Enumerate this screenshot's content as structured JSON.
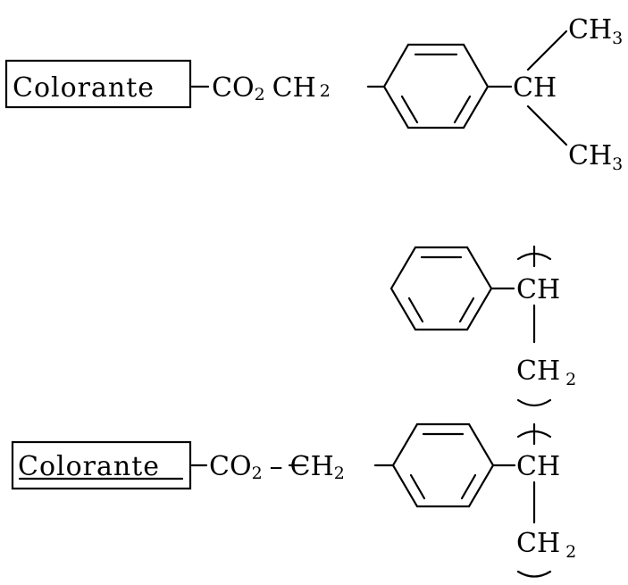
{
  "structure1": {
    "box_label": "Colorante",
    "ester": "CO",
    "ester_sub": "2",
    "methylene": "CH",
    "methylene_sub": "2",
    "ch": "CH",
    "methyl_top": "CH",
    "methyl_top_sub": "3",
    "methyl_bottom": "CH",
    "methyl_bottom_sub": "3"
  },
  "structure2": {
    "ch_top": "CH",
    "ch2_top": "CH",
    "ch2_top_sub": "2",
    "box_label": "Colorante",
    "ester": "CO",
    "ester_sub": "2",
    "methylene": "CH",
    "methylene_sub": "2",
    "ch_bottom": "CH",
    "ch2_bottom": "CH",
    "ch2_bottom_sub": "2"
  }
}
